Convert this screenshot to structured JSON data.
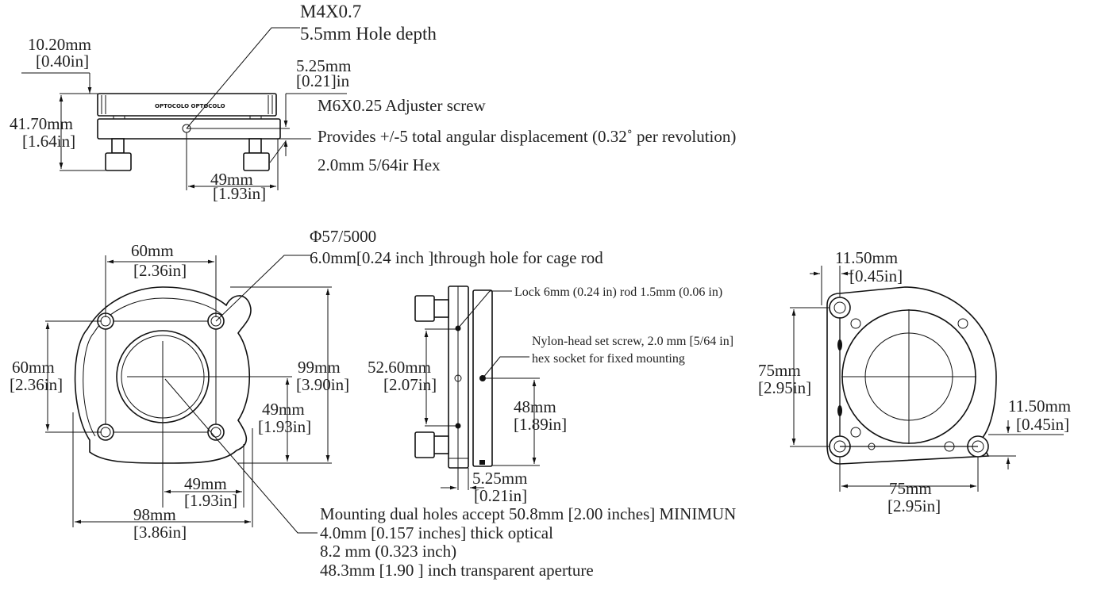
{
  "top_view": {
    "thread_label": "M4X0.7",
    "hole_depth": "5.5mm Hole depth",
    "plate_thickness_mm": "10.20mm",
    "plate_thickness_in": "[0.40in]",
    "height_mm": "41.70mm",
    "height_in": "[1.64in]",
    "offset_mm": "5.25mm",
    "offset_in": "[0.21]in",
    "adjuster": "M6X0.25 Adjuster screw",
    "angular": "Provides +/-5 total angular displacement (0.32˚  per revolution)",
    "hex": "2.0mm 5/64ir Hex",
    "spacing_mm": "49mm",
    "spacing_in": "[1.93in]"
  },
  "front_view": {
    "thread_label": "Φ57/5000",
    "through_hole": "6.0mm[0.24 inch ]through hole for cage rod",
    "top_width_mm": "60mm",
    "top_width_in": "[2.36in]",
    "left_height_mm": "60mm",
    "left_height_in": "[2.36in]",
    "total_height_mm": "99mm",
    "total_height_in": "[3.90in]",
    "center_height_mm": "49mm",
    "center_height_in": "[1.93in]",
    "center_width_mm": "49mm",
    "center_width_in": "[1.93in]",
    "total_width_mm": "98mm",
    "total_width_in": "[3.86in]",
    "notes": [
      "Mounting dual holes accept 50.8mm [2.00 inches] MINIMUN",
      "4.0mm [0.157 inches] thick optical",
      "8.2 mm (0.323 inch)",
      "48.3mm [1.90 ] inch transparent aperture"
    ]
  },
  "side_view": {
    "lock": "Lock 6mm (0.24 in) rod 1.5mm (0.06 in)",
    "set_screw_1": "Nylon-head set screw, 2.0 mm [5/64 in]",
    "set_screw_2": "hex socket for fixed mounting",
    "rod_spacing_mm": "52.60mm",
    "rod_spacing_in": "[2.07in]",
    "screw_height_mm": "48mm",
    "screw_height_in": "[1.89in]",
    "gap_mm": "5.25mm",
    "gap_in": "[0.21in]"
  },
  "back_view": {
    "top_offset_mm": "11.50mm",
    "top_offset_in": "[0.45in]",
    "height_mm": "75mm",
    "height_in": "[2.95in]",
    "right_offset_mm": "11.50mm",
    "right_offset_in": "[0.45in]",
    "width_mm": "75mm",
    "width_in": "[2.95in]"
  },
  "logo_text": "OPTOCOLO"
}
